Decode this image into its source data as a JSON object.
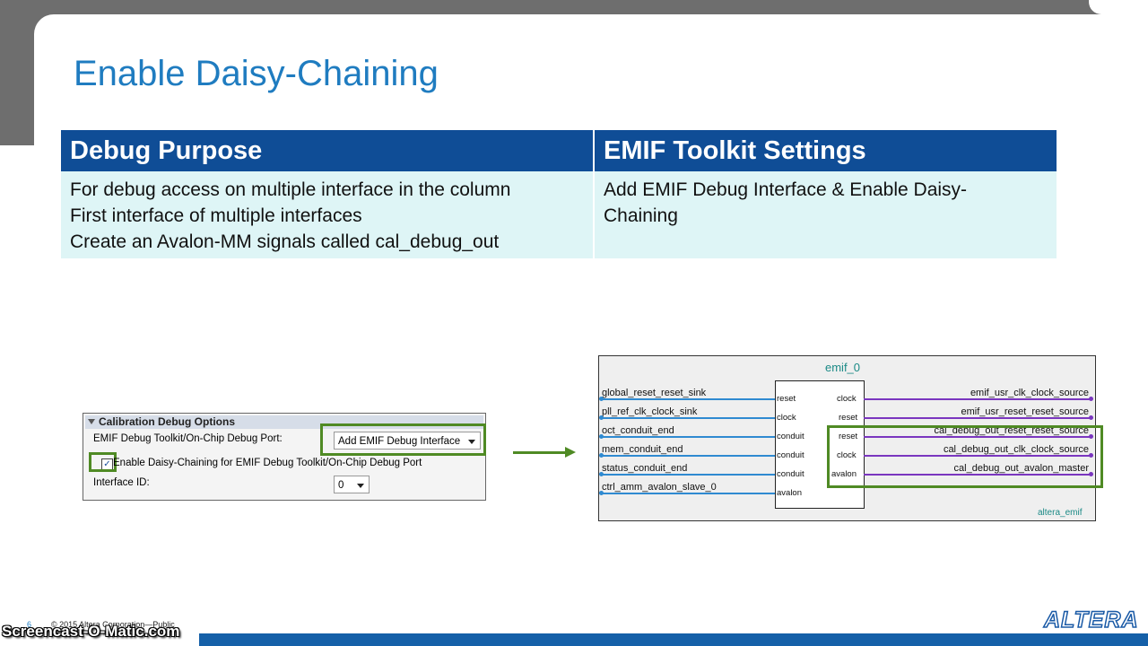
{
  "slide": {
    "title": "Enable Daisy-Chaining",
    "table": {
      "headers": [
        "Debug Purpose",
        "EMIF Toolkit Settings"
      ],
      "purpose_lines": [
        "For debug access on multiple interface in the column",
        "First interface of multiple interfaces",
        "Create an Avalon-MM signals called cal_debug_out"
      ],
      "settings_lines": [
        "Add EMIF Debug Interface & Enable Daisy-",
        "Chaining"
      ]
    }
  },
  "dialog": {
    "section_title": "Calibration Debug Options",
    "debug_port_label": "EMIF Debug Toolkit/On-Chip Debug Port:",
    "debug_port_value": "Add EMIF Debug Interface",
    "daisy_chain_label": "Enable Daisy-Chaining for EMIF Debug Toolkit/On-Chip Debug Port",
    "daisy_chain_checked": true,
    "checkbox_mark": "✓",
    "interface_id_label": "Interface ID:",
    "interface_id_value": "0"
  },
  "diagram": {
    "instance_name": "emif_0",
    "component_name": "altera_emif",
    "left_signals": [
      {
        "name": "global_reset_reset_sink",
        "port": "reset"
      },
      {
        "name": "pll_ref_clk_clock_sink",
        "port": "clock"
      },
      {
        "name": "oct_conduit_end",
        "port": "conduit"
      },
      {
        "name": "mem_conduit_end",
        "port": "conduit"
      },
      {
        "name": "status_conduit_end",
        "port": "conduit"
      },
      {
        "name": "ctrl_amm_avalon_slave_0",
        "port": "avalon"
      }
    ],
    "right_signals": [
      {
        "name": "emif_usr_clk_clock_source",
        "port": "clock"
      },
      {
        "name": "emif_usr_reset_reset_source",
        "port": "reset"
      },
      {
        "name": "cal_debug_out_reset_reset_source",
        "port": "reset"
      },
      {
        "name": "cal_debug_out_clk_clock_source",
        "port": "clock"
      },
      {
        "name": "cal_debug_out_avalon_master",
        "port": "avalon"
      }
    ]
  },
  "footer": {
    "page_number": "6",
    "copyright": "© 2015 Altera Corporation—Public",
    "logo": "ALTERA",
    "watermark": "Screencast-O-Matic.com"
  },
  "colors": {
    "title": "#1f7cc0",
    "header_bg": "#0f4d96",
    "row_bg": "#def5f6",
    "highlight": "#4f8a24",
    "wire_in": "#2f8ad1",
    "wire_out": "#7a36bf"
  }
}
